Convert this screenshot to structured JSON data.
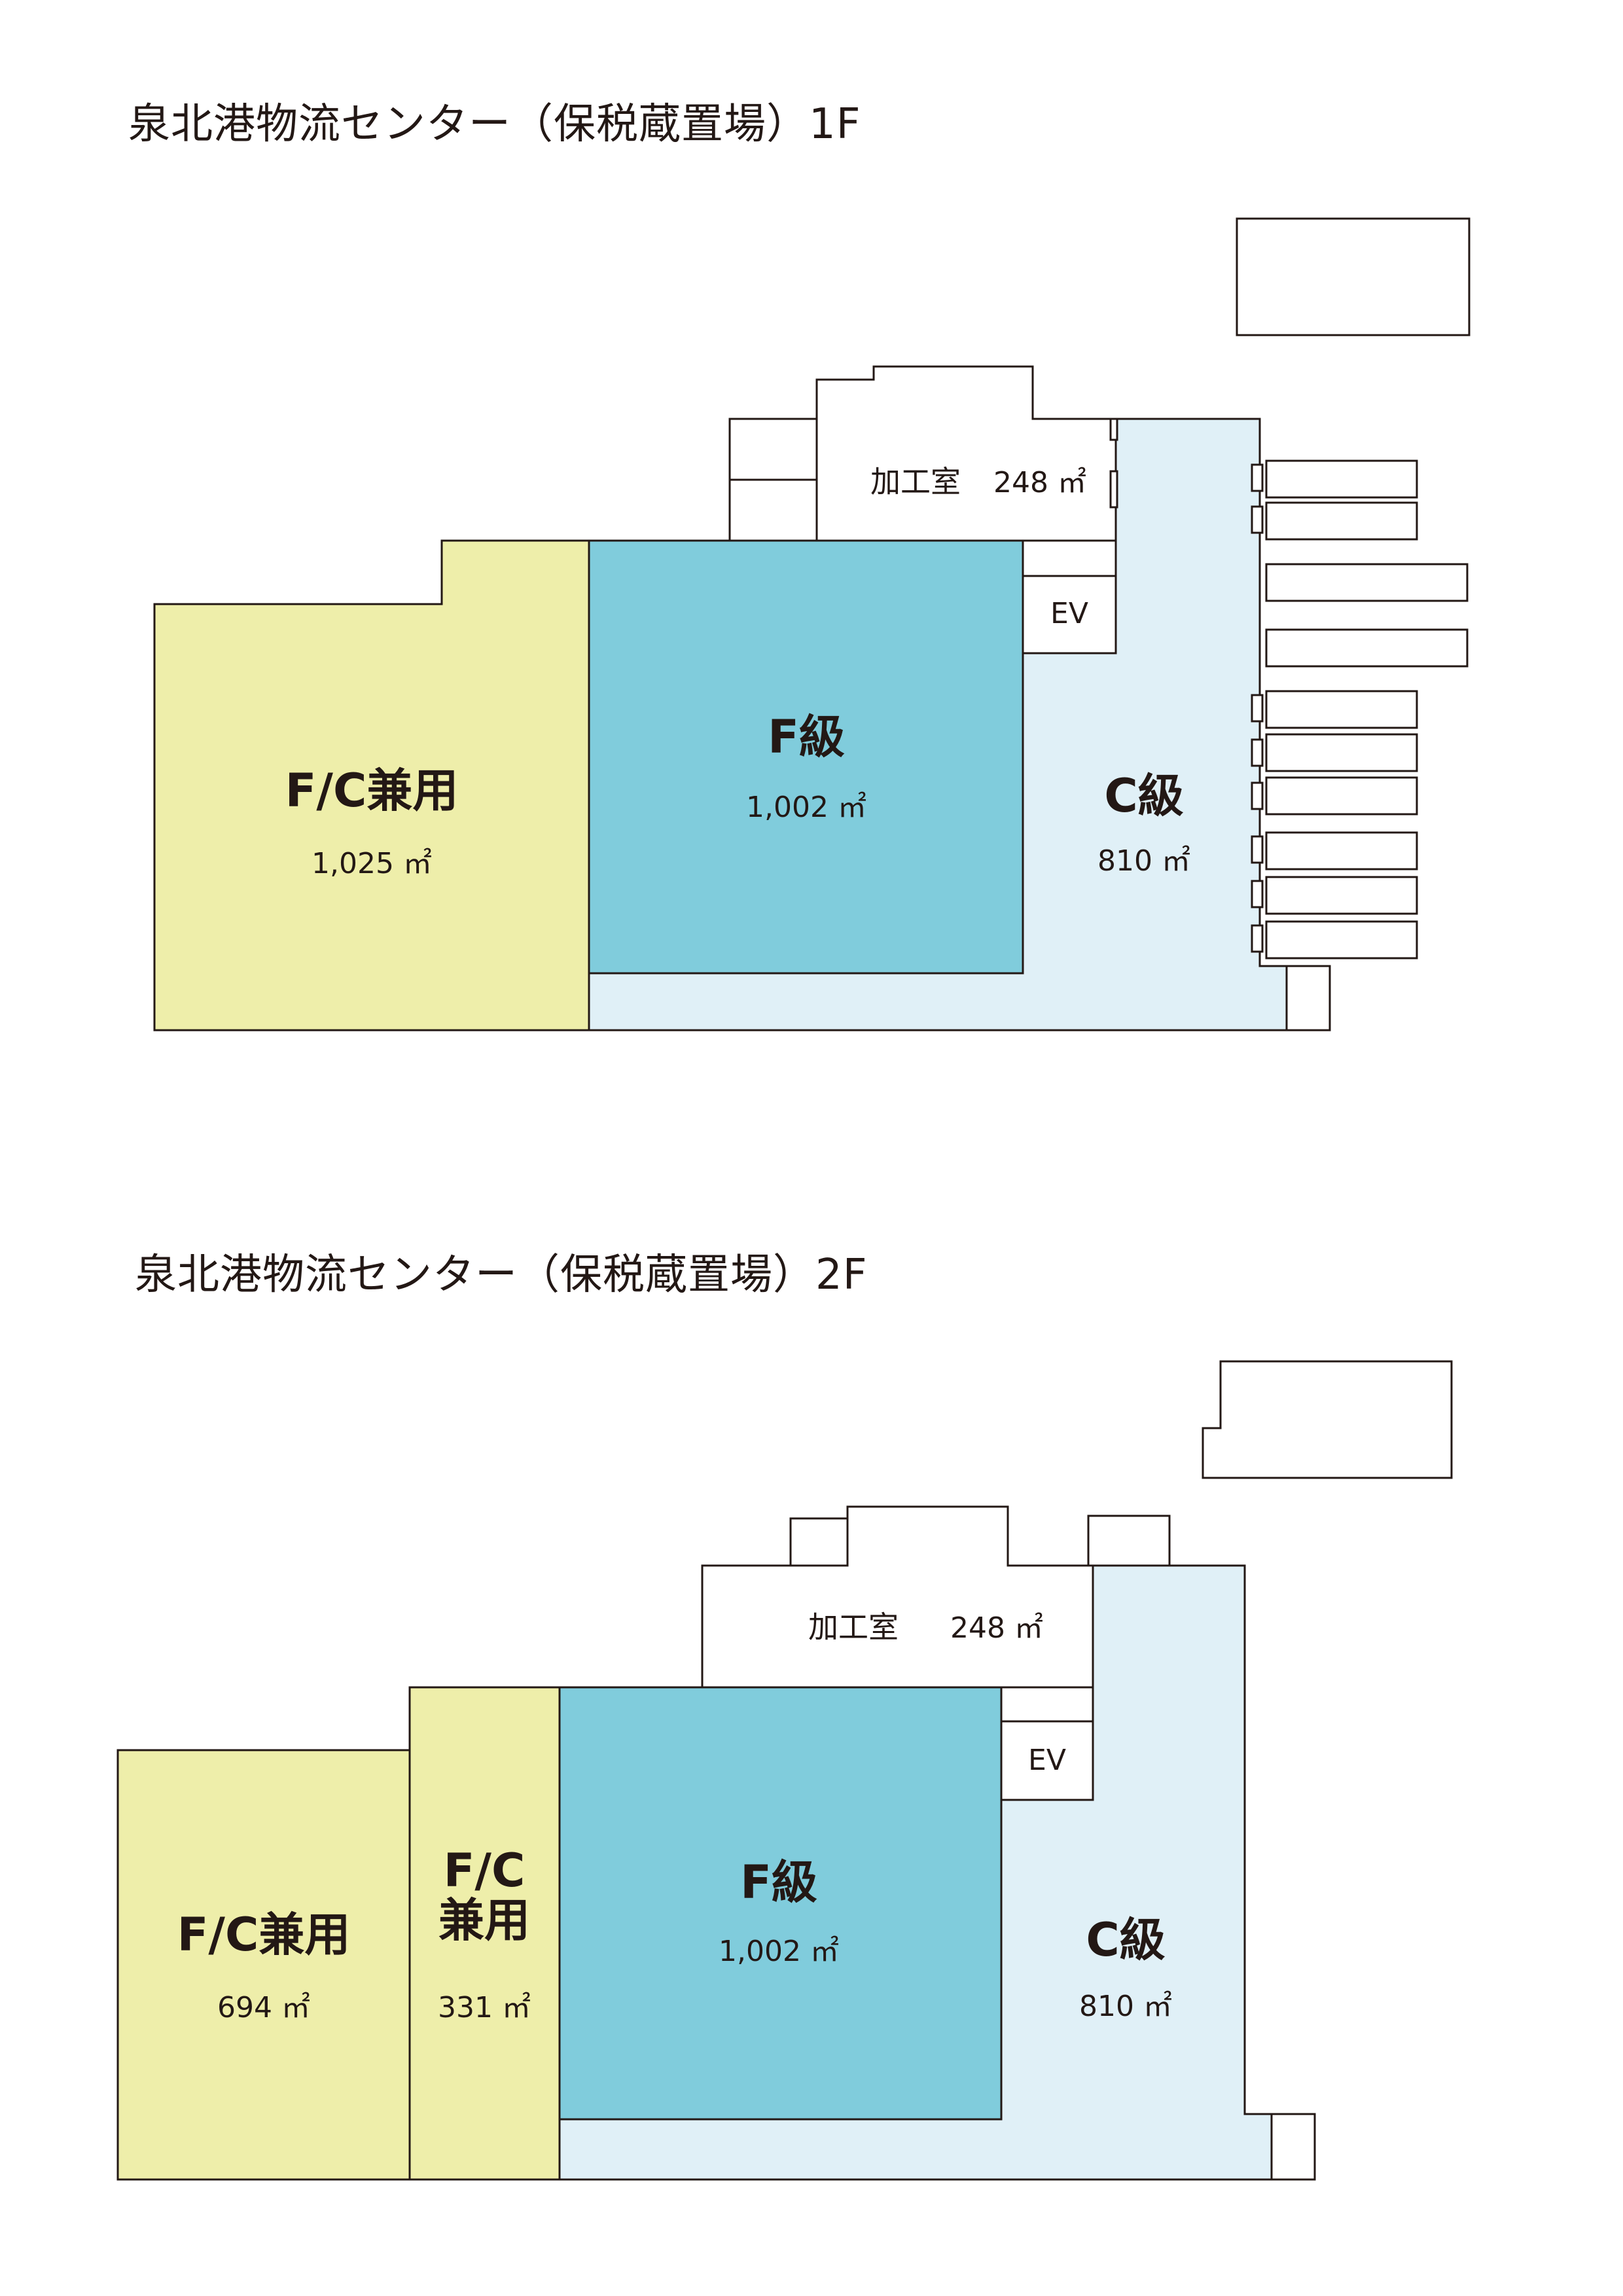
{
  "colors": {
    "fc_yellow": "#eeeeaa",
    "f_blue": "#80ccdc",
    "c_lightblue": "#e0f0f7",
    "outline": "#231815"
  },
  "floors": [
    {
      "title": "泉北港物流センター（保税蔵置場）1F",
      "rooms": {
        "fc": {
          "name": "F/C兼用",
          "area": "1,025 ㎡"
        },
        "f": {
          "name": "F級",
          "area": "1,002 ㎡"
        },
        "c": {
          "name": "C級",
          "area": "810 ㎡"
        },
        "proc": {
          "name": "加工室",
          "area": "248 ㎡"
        },
        "ev": {
          "name": "EV"
        }
      }
    },
    {
      "title": "泉北港物流センター（保税蔵置場）2F",
      "rooms": {
        "fc1": {
          "name": "F/C兼用",
          "area": "694 ㎡"
        },
        "fc2": {
          "name_line1": "F/C",
          "name_line2": "兼用",
          "area": "331 ㎡"
        },
        "f": {
          "name": "F級",
          "area": "1,002 ㎡"
        },
        "c": {
          "name": "C級",
          "area": "810 ㎡"
        },
        "proc": {
          "name": "加工室",
          "area": "248 ㎡"
        },
        "ev": {
          "name": "EV"
        }
      }
    }
  ]
}
